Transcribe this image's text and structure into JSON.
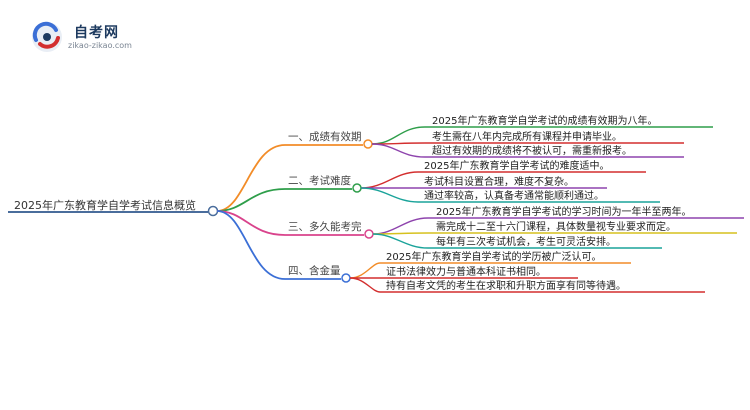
{
  "logo": {
    "name": "自考网",
    "url": "zikao-zikao.com"
  },
  "colors": {
    "root": "#4a6d9c",
    "branch1": "#f28c28",
    "branch2": "#2e9e4a",
    "branch3": "#d9438c",
    "branch4": "#3b6fd6",
    "leaf_red": "#d32f2f",
    "leaf_purple": "#8e44ad",
    "leaf_yellow": "#d6c11e",
    "leaf_teal": "#1aa39a",
    "leaf_green": "#2e9e4a"
  },
  "root": {
    "label": "2025年广东教育学自学考试信息概览"
  },
  "branches": [
    {
      "label": "一、成绩有效期",
      "leaves": [
        "2025年广东教育学自学考试的成绩有效期为八年。",
        "考生需在八年内完成所有课程并申请毕业。",
        "超过有效期的成绩将不被认可，需重新报考。"
      ]
    },
    {
      "label": "二、考试难度",
      "leaves": [
        "2025年广东教育学自学考试的难度适中。",
        "考试科目设置合理，难度不复杂。",
        "通过率较高，认真备考通常能顺利通过。"
      ]
    },
    {
      "label": "三、多久能考完",
      "leaves": [
        "2025年广东教育学自学考试的学习时间为一年半至两年。",
        "需完成十二至十六门课程，具体数量视专业要求而定。",
        "每年有三次考试机会，考生可灵活安排。"
      ]
    },
    {
      "label": "四、含金量",
      "leaves": [
        "2025年广东教育学自学考试的学历被广泛认可。",
        "证书法律效力与普通本科证书相同。",
        "持有自考文凭的考生在求职和升职方面享有同等待遇。"
      ]
    }
  ]
}
